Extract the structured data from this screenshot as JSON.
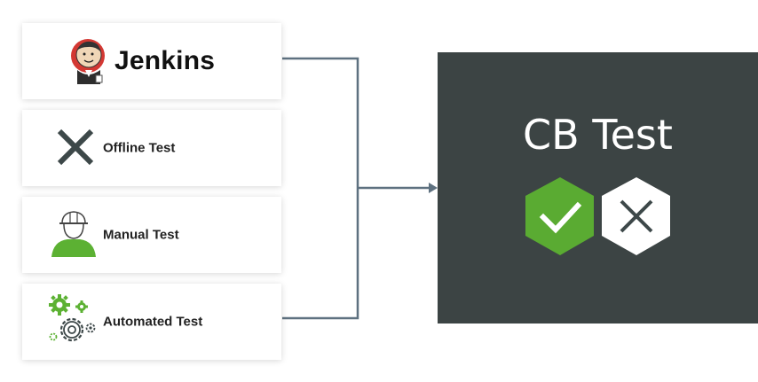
{
  "sources": [
    {
      "id": "jenkins",
      "label": "Jenkins",
      "icon": "jenkins-logo-icon"
    },
    {
      "id": "offline",
      "label": "Offline Test",
      "icon": "x-cross-icon"
    },
    {
      "id": "manual",
      "label": "Manual Test",
      "icon": "worker-hardhat-icon"
    },
    {
      "id": "automated",
      "label": "Automated Test",
      "icon": "gears-icon"
    }
  ],
  "result": {
    "title": "CB Test",
    "status_icons": [
      "pass-check-hexagon-icon",
      "fail-x-hexagon-icon"
    ]
  },
  "colors": {
    "panel_background": "#3c4444",
    "connector": "#5e7180",
    "pass": "#5aab32",
    "fail_background": "#ffffff",
    "icon_dark": "#3d4849",
    "accent_green": "#5cb133"
  }
}
